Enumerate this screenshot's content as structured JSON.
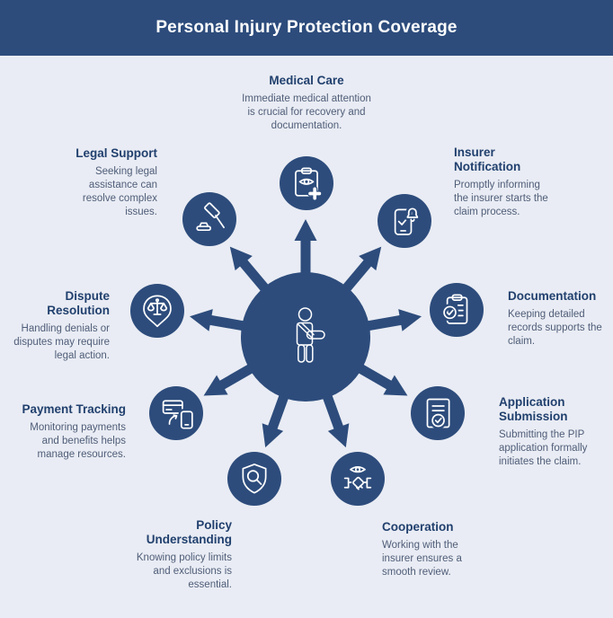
{
  "header": {
    "title": "Personal Injury Protection Coverage"
  },
  "colors": {
    "header_bg": "#2d4c7c",
    "background": "#e9ecf4",
    "circle_fill": "#2d4c7c",
    "header_text": "#ffffff",
    "heading_text": "#21406e",
    "body_text": "#4f5d78",
    "icon_stroke": "#ffffff"
  },
  "center": {
    "icon": "injured-person-icon"
  },
  "items": [
    {
      "id": "medical-care",
      "title": "Medical Care",
      "description": "Immediate medical attention is crucial for recovery and documentation.",
      "icon": "medical-clipboard-icon"
    },
    {
      "id": "insurer-notification",
      "title": "Insurer Notification",
      "description": "Promptly informing the insurer starts the claim process.",
      "icon": "phone-notification-icon"
    },
    {
      "id": "documentation",
      "title": "Documentation",
      "description": "Keeping detailed records supports the claim.",
      "icon": "checklist-clipboard-icon"
    },
    {
      "id": "application-submission",
      "title": "Application Submission",
      "description": "Submitting the PIP application formally initiates the claim.",
      "icon": "document-check-icon"
    },
    {
      "id": "cooperation",
      "title": "Cooperation",
      "description": "Working with the insurer ensures a smooth review.",
      "icon": "handshake-eye-icon"
    },
    {
      "id": "policy-understanding",
      "title": "Policy Understanding",
      "description": "Knowing policy limits and exclusions is essential.",
      "icon": "shield-search-icon"
    },
    {
      "id": "payment-tracking",
      "title": "Payment Tracking",
      "description": "Monitoring payments and benefits helps manage resources.",
      "icon": "card-phone-transfer-icon"
    },
    {
      "id": "dispute-resolution",
      "title": "Dispute Resolution",
      "description": "Handling denials or disputes may require legal action.",
      "icon": "scales-pin-icon"
    },
    {
      "id": "legal-support",
      "title": "Legal Support",
      "description": "Seeking legal assistance can resolve complex issues.",
      "icon": "gavel-icon"
    }
  ]
}
